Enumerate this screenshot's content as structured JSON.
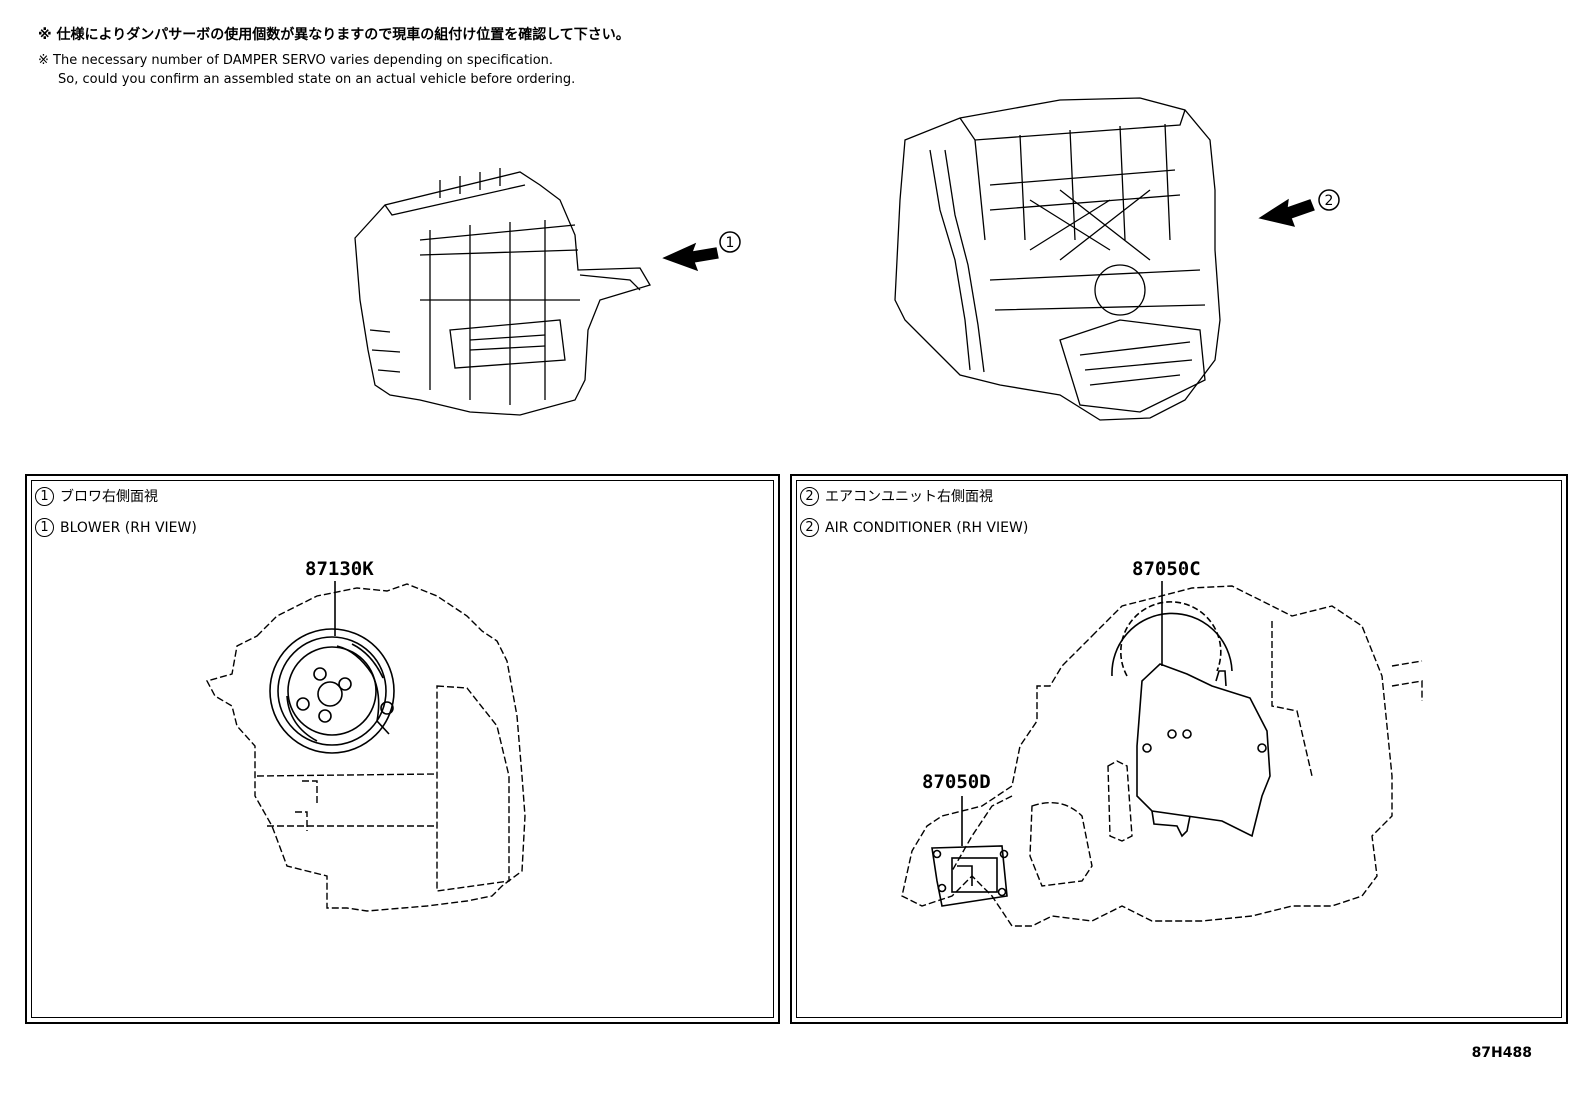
{
  "notes": {
    "ja": "※ 仕様によりダンパサーボの使用個数が異なりますので現車の組付け位置を確認して下さい。",
    "en_line1": "※ The necessary number of DAMPER SERVO varies depending on specification.",
    "en_line2": "So, could you confirm an assembled state on an actual vehicle before ordering."
  },
  "callouts": {
    "one": "1",
    "two": "2"
  },
  "panel1": {
    "title_ja": "ブロワ右側面視",
    "title_en": "BLOWER (RH VIEW)",
    "part_number": "87130K"
  },
  "panel2": {
    "title_ja": "エアコンユニット右側面視",
    "title_en": "AIR CONDITIONER (RH VIEW)",
    "part_number_main": "87050C",
    "part_number_sub": "87050D"
  },
  "drawing_id": "87H488"
}
